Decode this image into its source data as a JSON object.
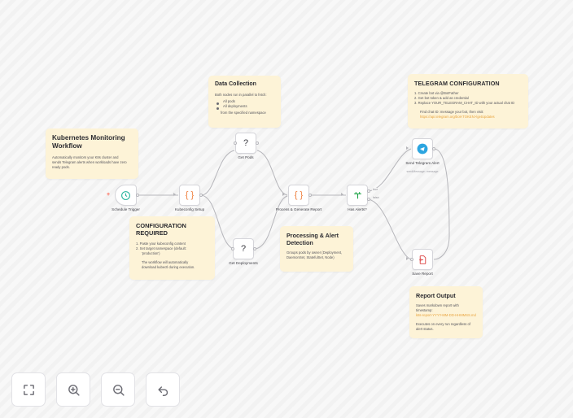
{
  "canvas": {
    "name": "workflow-canvas"
  },
  "notes": {
    "workflow": {
      "title": "Kubernetes Monitoring Workflow",
      "body_lines": [
        "Automatically monitors your K8s cluster and",
        "sends Telegram alerts when workloads have zero",
        "ready pods."
      ]
    },
    "data_collection": {
      "title": "Data Collection",
      "intro": "Both nodes run in parallel to fetch:",
      "bullets": [
        "All pods",
        "All deployments"
      ],
      "footer": "from the specified namespace"
    },
    "telegram_config": {
      "title": "TELEGRAM CONFIGURATION",
      "steps": [
        "1. Create bot via @BotFather",
        "2. Get bot token & add as credential",
        "3. Replace YOUR_TELEGRAM_CHAT_ID with your actual chat ID"
      ],
      "hint": "Find chat ID: message your bot, then visit:",
      "url": "https://api.telegram.org/bot<TOKEN>/getUpdates"
    },
    "config_required": {
      "title": "CONFIGURATION REQUIRED",
      "steps": [
        "1. Paste your kubeconfig content",
        "2. Set target namespace (default:",
        "'production')"
      ],
      "footer_lines": [
        "The workflow will automatically",
        "download kubectl during execution."
      ]
    },
    "processing": {
      "title": "Processing & Alert Detection",
      "body_lines": [
        "Groups pods by owner (Deployment,",
        "DaemonSet, StatefulSet, Node)"
      ]
    },
    "report_output": {
      "title": "Report Output",
      "intro_lines": [
        "Saves markdown report with",
        "timestamp:"
      ],
      "filename": "k8s-report-YYYY-MM-DD-HHMMSS.md",
      "footer_lines": [
        "Executes on every run regardless of",
        "alert status."
      ]
    }
  },
  "nodes": {
    "schedule_trigger": {
      "label": "Schedule Trigger",
      "icon": "clock-icon",
      "color": "#23b39a"
    },
    "kubeconfig_setup": {
      "label": "Kubeconfig Setup",
      "icon": "code-braces-icon",
      "color": "#ef7f3d"
    },
    "get_pods": {
      "label": "Get Pods",
      "icon": "question-mark-icon",
      "color": "#3f3f46"
    },
    "get_deployments": {
      "label": "Get Deployments",
      "icon": "question-mark-icon",
      "color": "#3f3f46"
    },
    "process_generate_report": {
      "label": "Process & Generate Report",
      "icon": "code-braces-icon",
      "color": "#ef7f3d"
    },
    "has_alerts": {
      "label": "Has Alerts?",
      "icon": "filter-switch-icon",
      "color": "#1ba345"
    },
    "send_telegram_alert": {
      "label": "Send Telegram Alert",
      "sublabel": "sendMessage: message",
      "icon": "telegram-icon",
      "color": "#2ca5e0"
    },
    "save_report": {
      "label": "Save Report",
      "icon": "convert-to-file-icon",
      "color": "#e05a5a"
    }
  },
  "edge_labels": {
    "true": "true",
    "false": "false"
  },
  "toolbar": {
    "fit_view": "fit-view-icon",
    "zoom_in": "zoom-in-icon",
    "zoom_out": "zoom-out-icon",
    "reset": "reset-icon"
  }
}
